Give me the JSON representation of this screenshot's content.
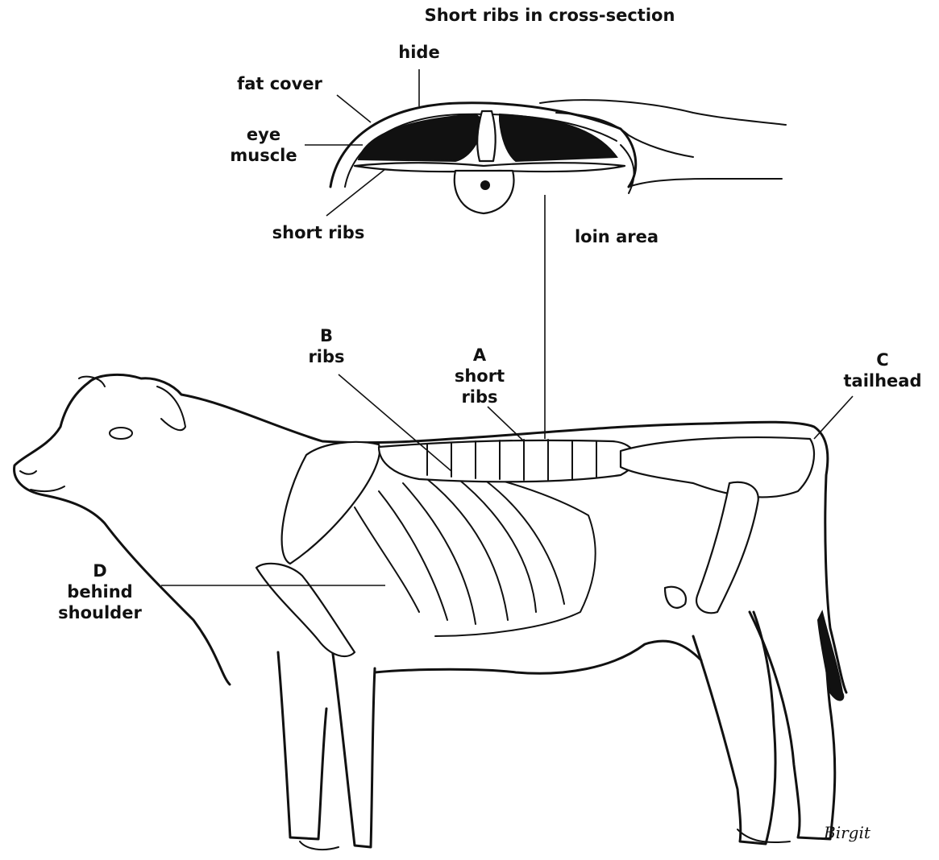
{
  "title": "Short ribs in cross-section",
  "labels": {
    "hide": "hide",
    "fat_cover": "fat cover",
    "eye_muscle": [
      "eye",
      "muscle"
    ],
    "short_ribs_cross": "short ribs",
    "loin_area": "loin area",
    "b": [
      "B",
      "ribs"
    ],
    "a": [
      "A",
      "short",
      "ribs"
    ],
    "c": [
      "C",
      "tailhead"
    ],
    "d": [
      "D",
      "behind",
      "shoulder"
    ]
  },
  "signature": "Birgit"
}
